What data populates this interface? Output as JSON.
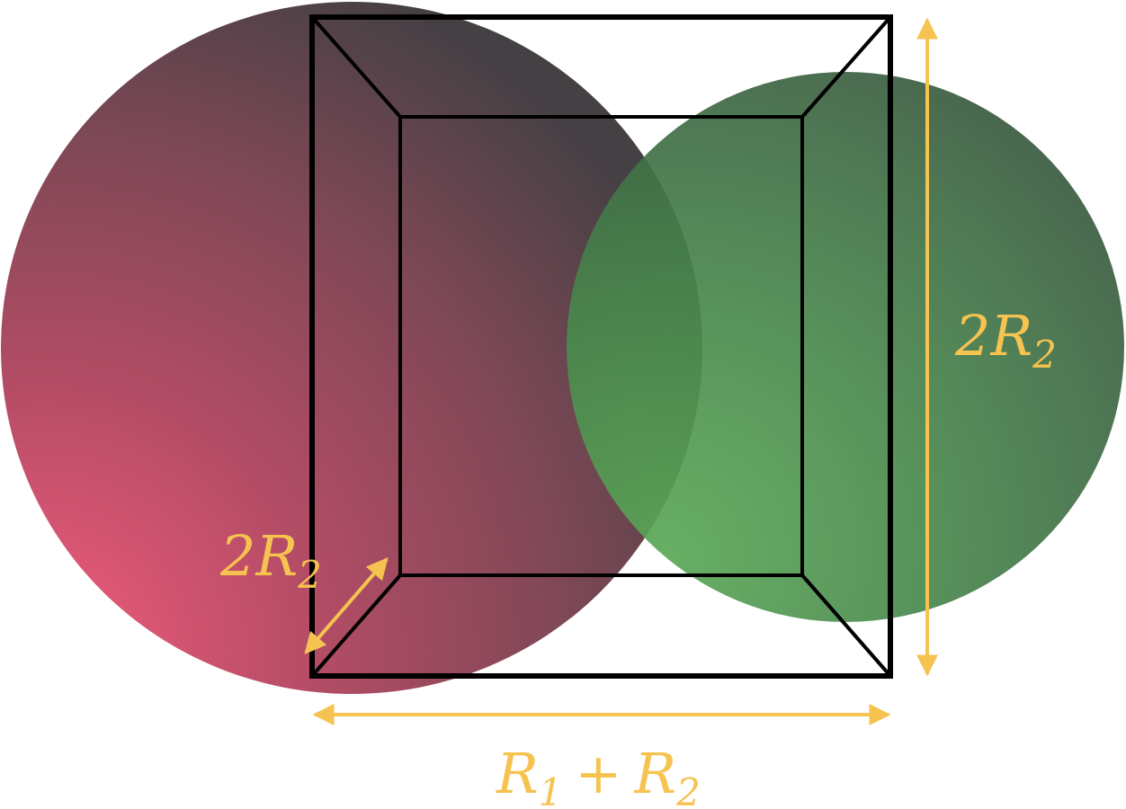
{
  "colors": {
    "large_sphere": "#c2425f",
    "small_sphere": "#3f7b45",
    "box_edges": "#000000",
    "dimension": "#f6c350"
  },
  "labels": {
    "depth": {
      "main": "2R",
      "sub": "2"
    },
    "height": {
      "main": "2R",
      "sub": "2"
    },
    "width": {
      "a": "R",
      "a_sub": "1",
      "op": "+",
      "b": "R",
      "b_sub": "2"
    }
  }
}
